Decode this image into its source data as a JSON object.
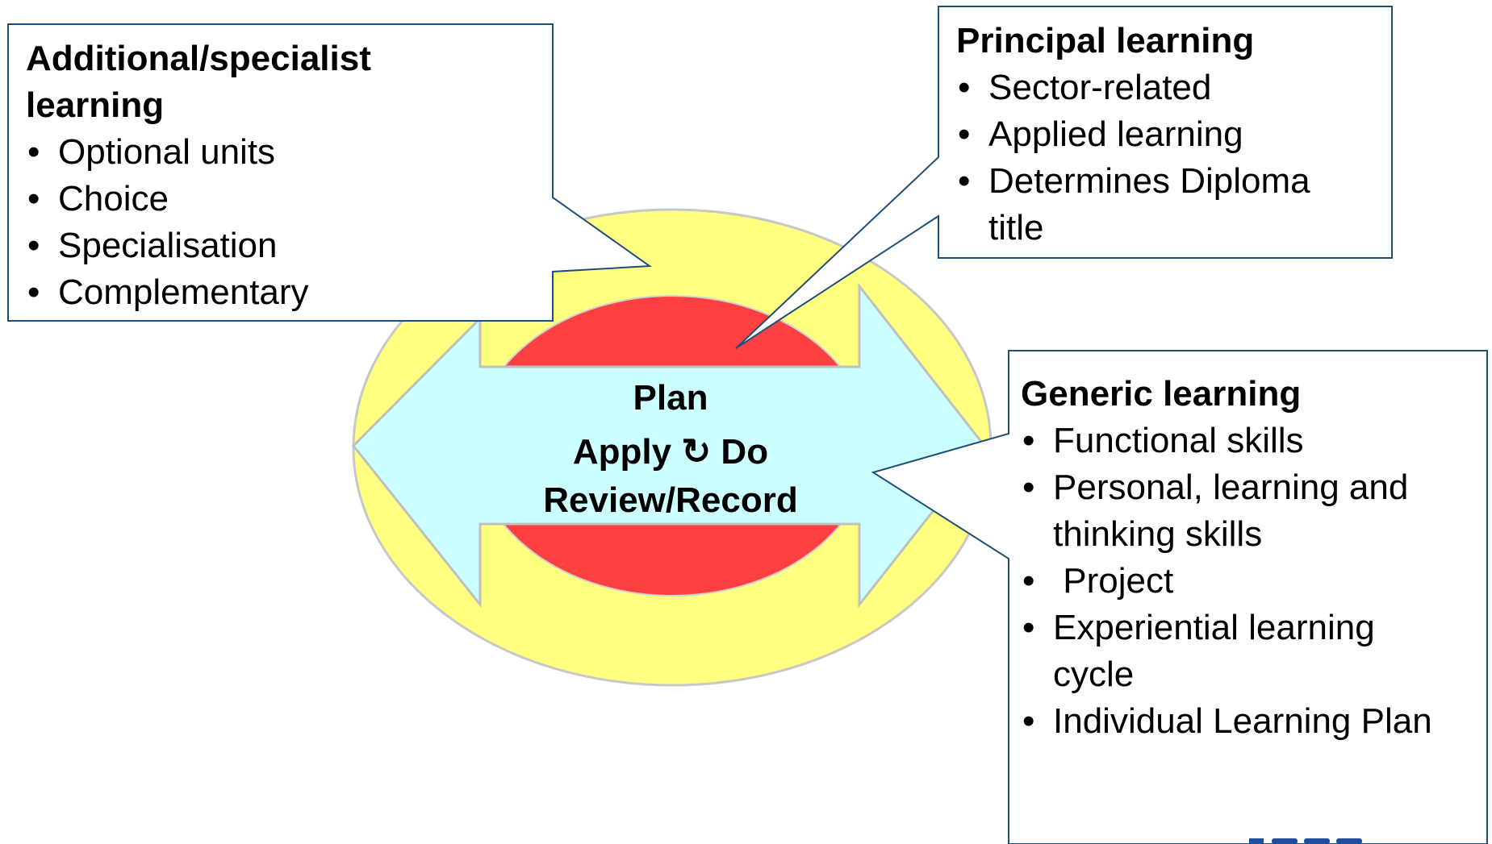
{
  "center": {
    "line1": "Plan",
    "line2": "Apply ↻ Do",
    "line3": "Review/Record"
  },
  "additional": {
    "title_line1": "Additional/specialist",
    "title_line2": "learning",
    "items": [
      "Optional units",
      "Choice",
      "Specialisation",
      "Complementary"
    ]
  },
  "principal": {
    "title": "Principal learning",
    "items": [
      "Sector-related",
      "Applied learning",
      "Determines Diploma title"
    ]
  },
  "generic": {
    "title": "Generic learning",
    "items": [
      "Functional skills",
      "Personal, learning and thinking skills",
      " Project",
      "Experiential learning cycle",
      "Individual Learning Plan"
    ]
  },
  "colors": {
    "ellipse": "#ffff80",
    "red": "#ff4040",
    "arrow": "#ccffff",
    "callout_border": "#1f4e79",
    "logo": "#1f4e9c"
  },
  "icons": {
    "cycle": "clockwise-open-circle-arrow-icon",
    "logo": "logo-icon"
  }
}
